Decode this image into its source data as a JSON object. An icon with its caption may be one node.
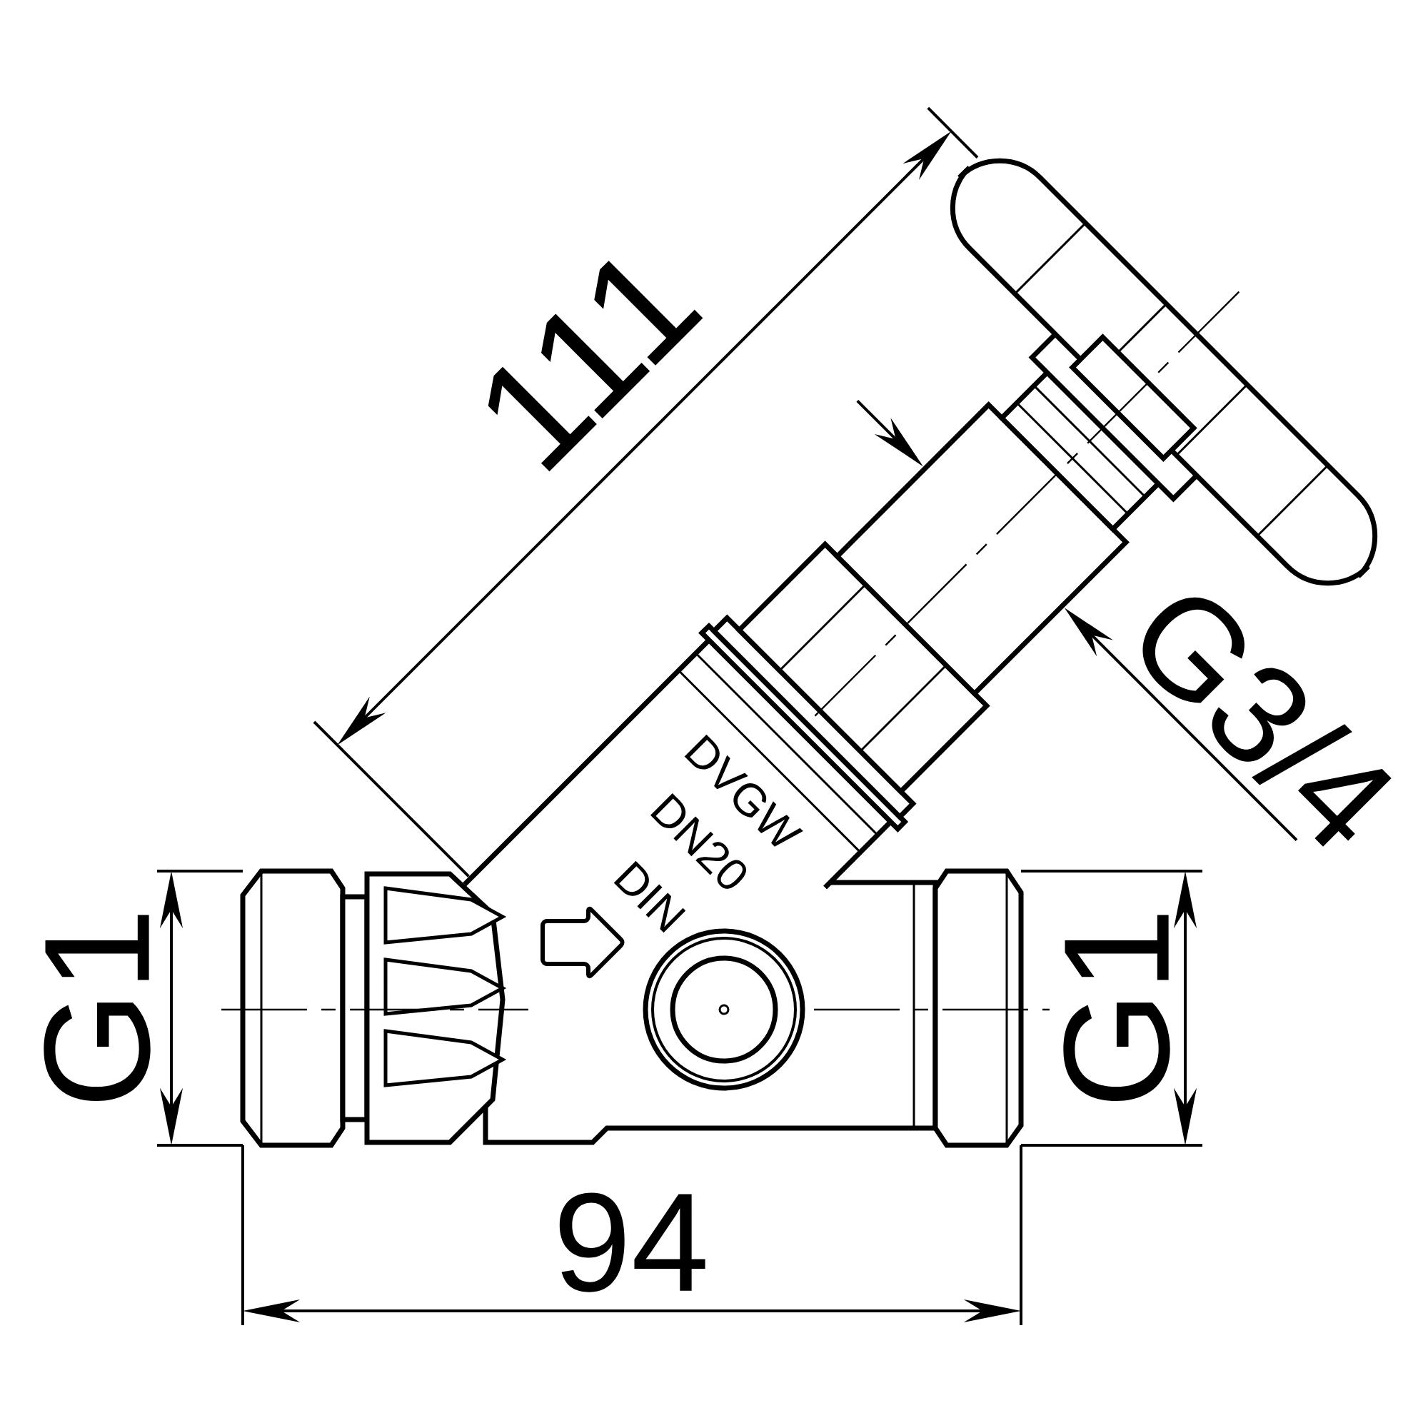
{
  "diagram": {
    "labels": [
      "111",
      "G3/4",
      "DVGW",
      "DN20",
      "DIN",
      "G1",
      "G1",
      "94"
    ]
  }
}
